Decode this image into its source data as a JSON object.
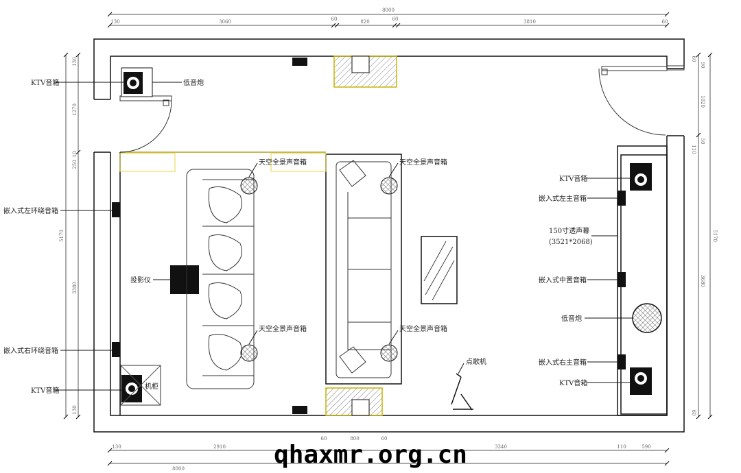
{
  "dimensions": {
    "top_total": "8000",
    "top": [
      "130",
      "3060",
      "60",
      "820",
      "60",
      "3810",
      "60"
    ],
    "bottom_total": "8000",
    "bottom": [
      "130",
      "2910",
      "60",
      "800",
      "60",
      "3340",
      "110",
      "590"
    ],
    "left_total": "5170",
    "left": [
      "130",
      "1270",
      "10",
      "250",
      "3380",
      "130"
    ],
    "right_total": "5170",
    "right": [
      "60",
      "90",
      "1020",
      "50",
      "110",
      "3680",
      "60"
    ]
  },
  "labels": {
    "ktv_top_left": "KTV音箱",
    "subwoofer_top": "低音炮",
    "left_surround": "嵌入式左环绕音箱",
    "right_surround": "嵌入式右环绕音箱",
    "ktv_bottom_left": "KTV音箱",
    "cabinet": "机柜",
    "projector": "投影仪",
    "atmos_1": "天空全景声音箱",
    "atmos_2": "天空全景声音箱",
    "atmos_3": "天空全景声音箱",
    "atmos_4": "天空全景声音箱",
    "karaoke": "点歌机",
    "ktv_right_top": "KTV音箱",
    "left_main": "嵌入式左主音箱",
    "screen": "150寸透声幕",
    "screen_size": "(3521*2068)",
    "center": "嵌入式中置音箱",
    "subwoofer_right": "低音炮",
    "right_main": "嵌入式右主音箱",
    "ktv_right_bottom": "KTV音箱"
  },
  "watermark": "qhaxmr.org.cn"
}
